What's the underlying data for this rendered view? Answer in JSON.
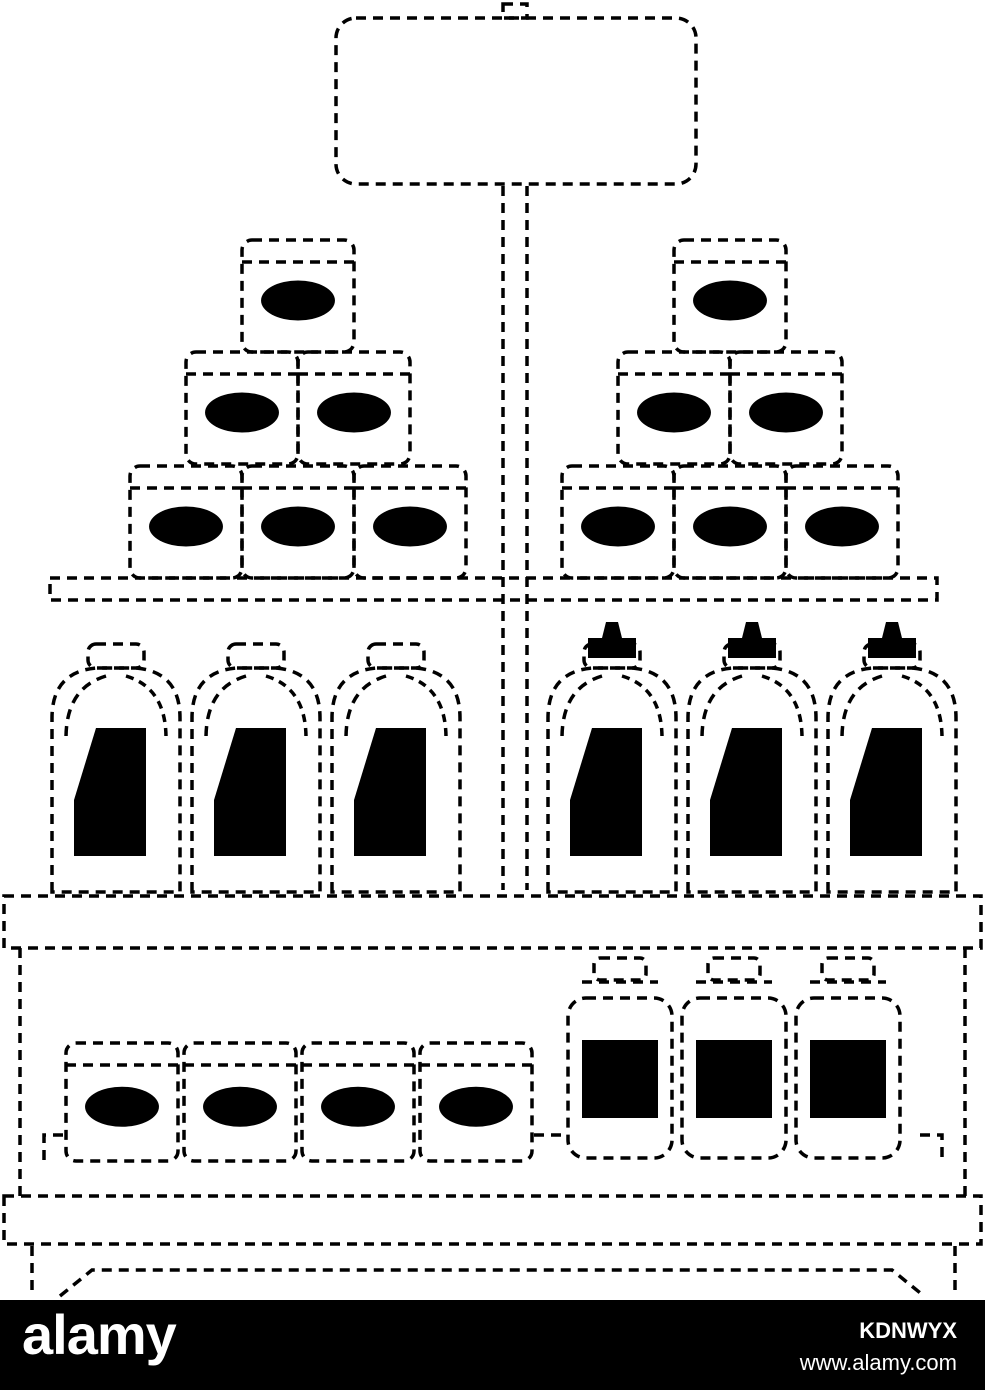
{
  "illustration": {
    "subject": "supermarket shelf stocked with cans and bottles",
    "style": "black dashed outline"
  },
  "footer": {
    "logo_text": "alamy",
    "image_id": "KDNWYX",
    "site_url": "www.alamy.com"
  },
  "colors": {
    "ink": "#000000",
    "background": "#ffffff",
    "footer_bar": "#000000",
    "footer_text": "#ffffff"
  }
}
